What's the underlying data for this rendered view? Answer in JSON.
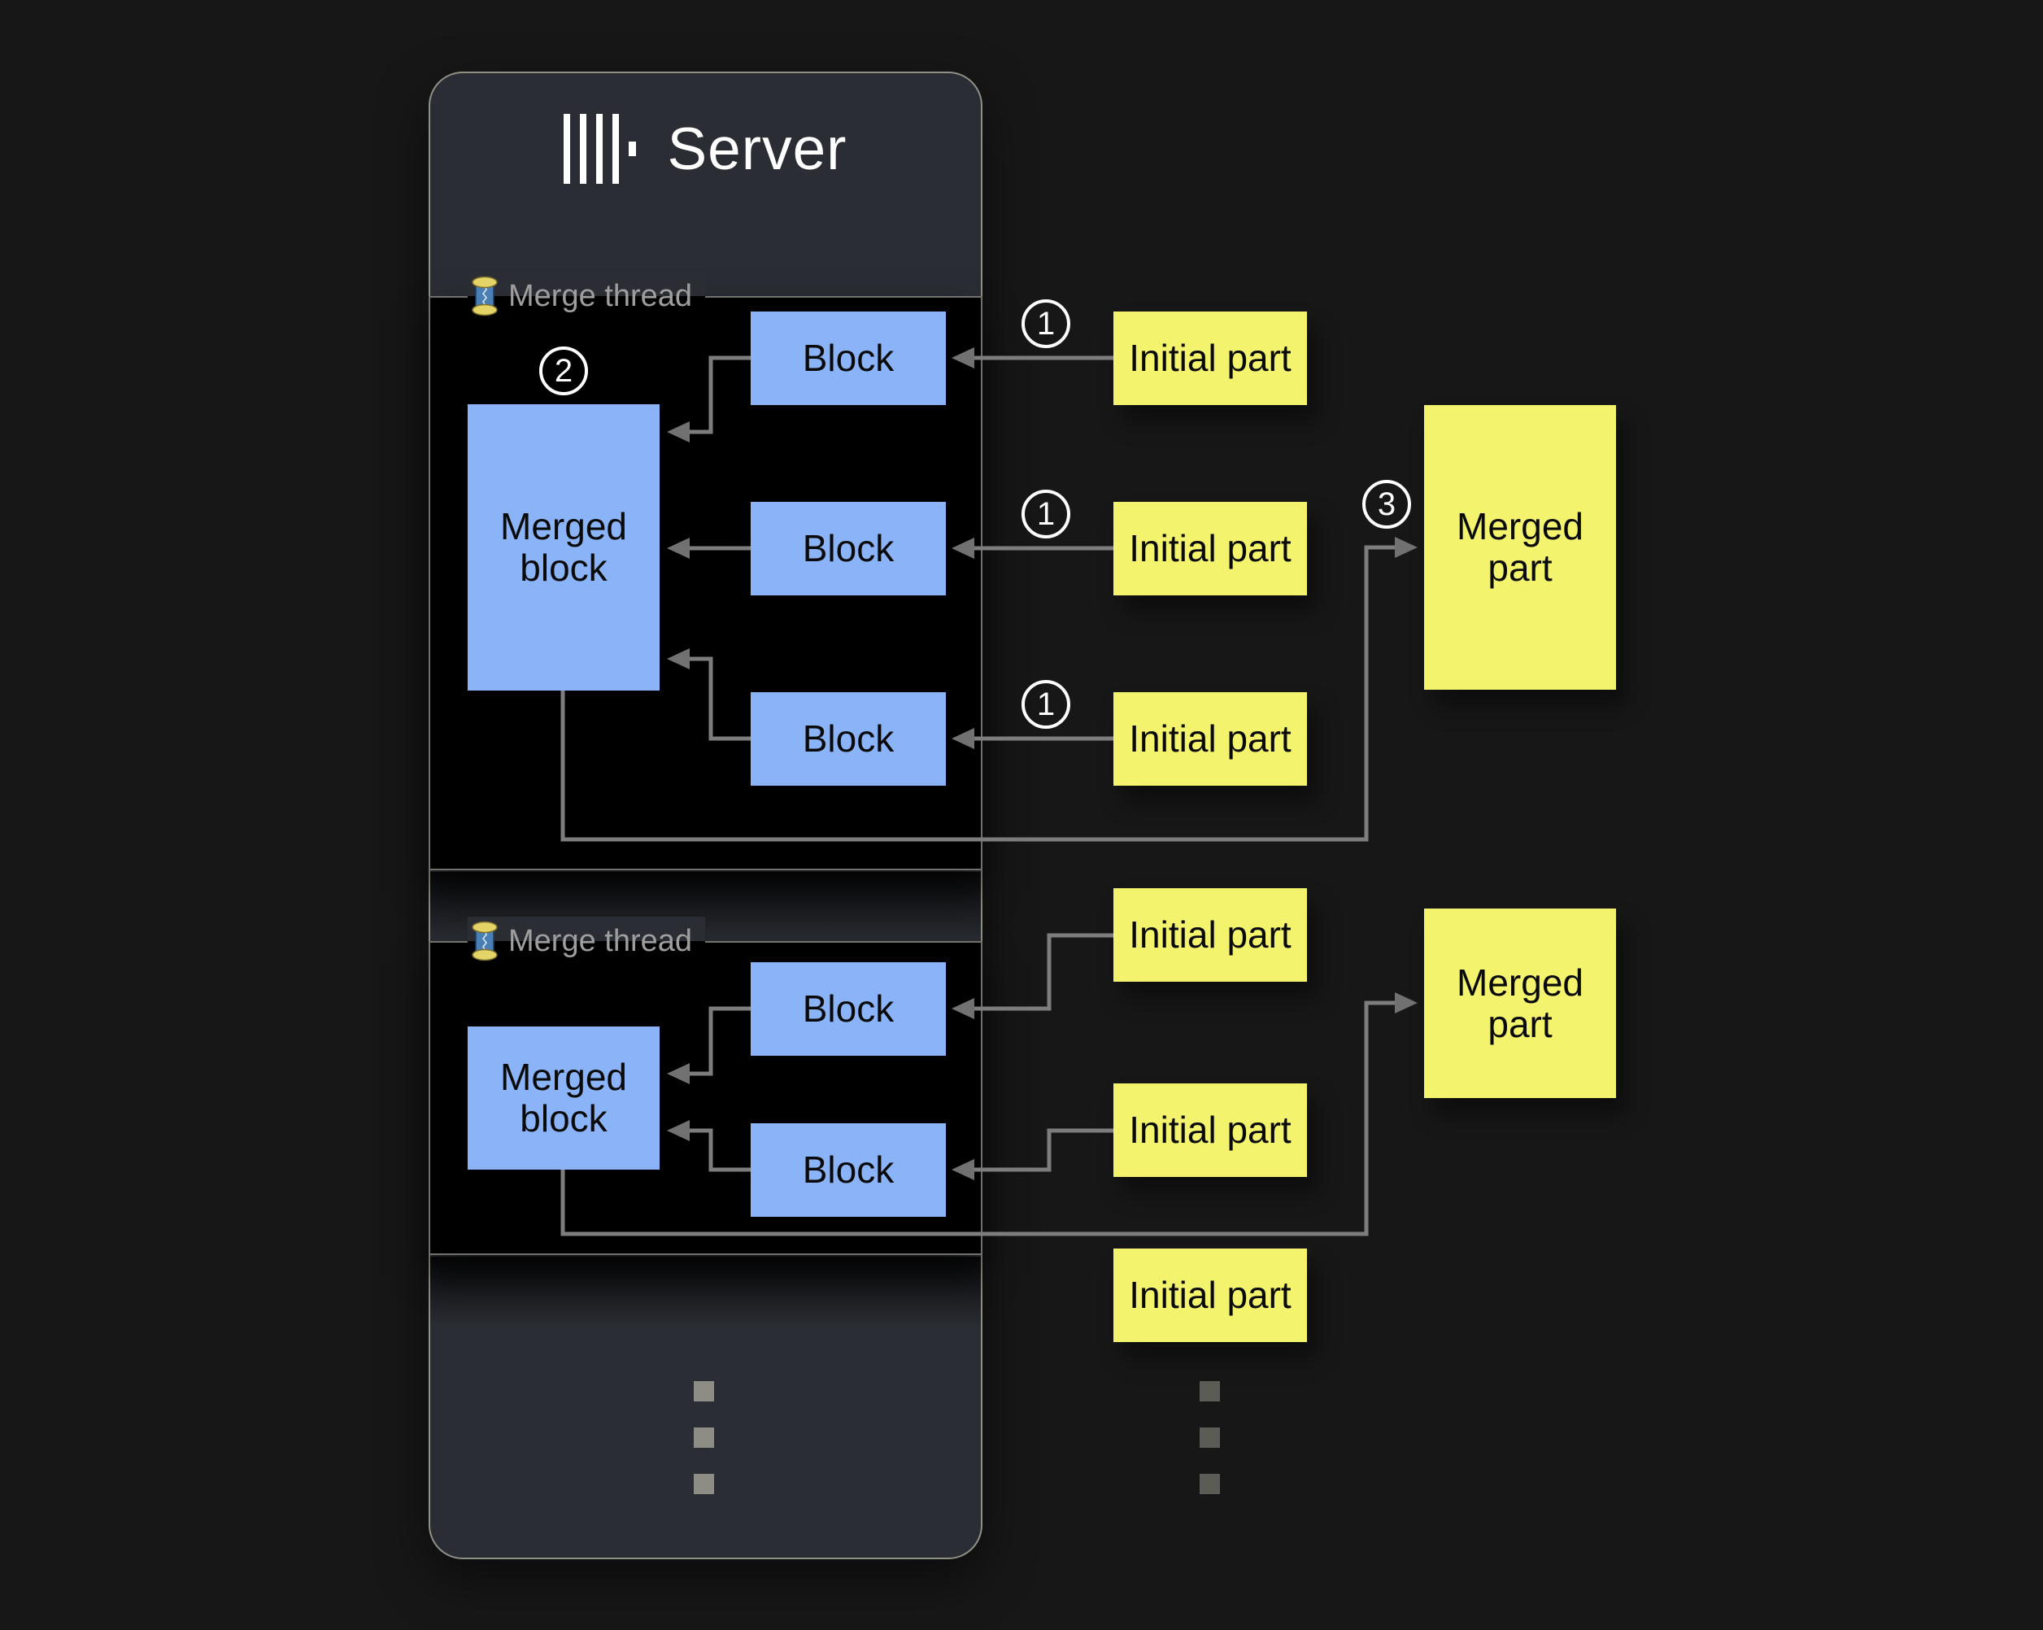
{
  "server": {
    "title": "Server",
    "logo_icon": "clickhouse-logo"
  },
  "sections": [
    {
      "label": "Merge thread",
      "label_icon": "thread-spool",
      "step_marker": "2",
      "merged_block": "Merged block",
      "blocks": [
        "Block",
        "Block",
        "Block"
      ],
      "insert_markers": [
        "1",
        "1",
        "1"
      ],
      "initial_parts": [
        "Initial part",
        "Initial part",
        "Initial part"
      ],
      "result_marker": "3",
      "merged_part": "Merged part"
    },
    {
      "label": "Merge thread",
      "label_icon": "thread-spool",
      "merged_block": "Merged block",
      "blocks": [
        "Block",
        "Block"
      ],
      "initial_parts": [
        "Initial part",
        "Initial part",
        "Initial part"
      ],
      "merged_part": "Merged part"
    }
  ],
  "continuation": {
    "server_ellipsis_icon": "vertical-ellipsis-dots",
    "parts_ellipsis_icon": "vertical-ellipsis-dots"
  },
  "colors": {
    "background": "#171717",
    "server_panel": "#2a2d33",
    "panel_border": "#8f9086",
    "thread_box": "#000000",
    "thread_box_border": "#71726b",
    "block_blue": "#8ab4f7",
    "part_yellow": "#f3f36e",
    "arrow_gray": "#7d7d7d",
    "label_gray": "#9e9e9e",
    "title_white": "#ffffff"
  }
}
